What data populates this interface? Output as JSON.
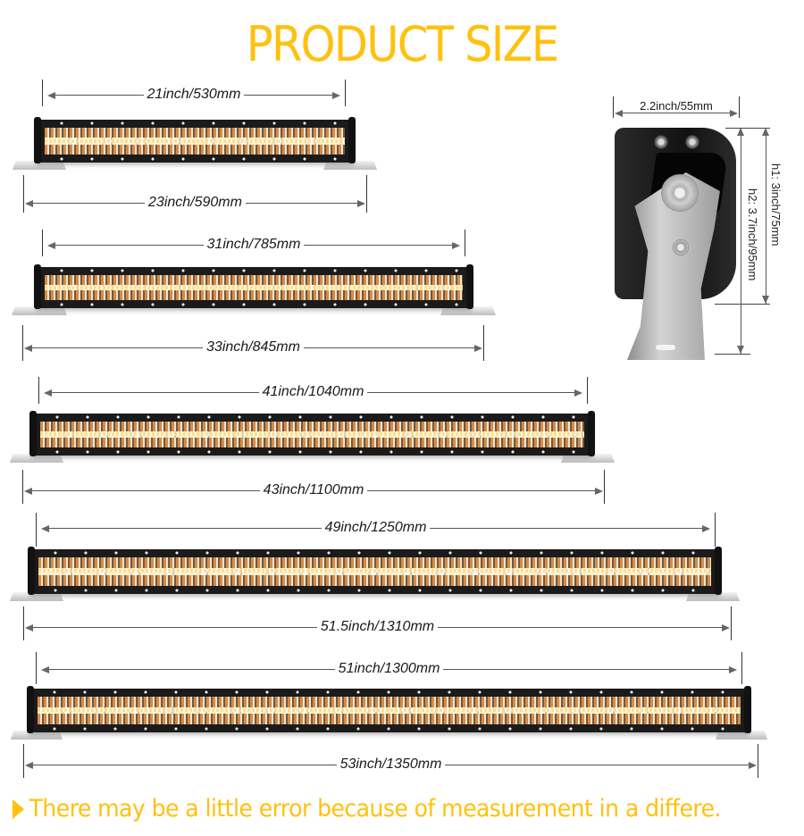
{
  "title": "PRODUCT SIZE",
  "colors": {
    "accent": "#FFC10E",
    "dimension_text": "#1a1a1a",
    "bar_body": "#1b1b1b"
  },
  "light_bars": [
    {
      "id": "bar-21",
      "inner_length": "21inch/530mm",
      "overall_length": "23inch/590mm"
    },
    {
      "id": "bar-31",
      "inner_length": "31inch/785mm",
      "overall_length": "33inch/845mm"
    },
    {
      "id": "bar-41",
      "inner_length": "41inch/1040mm",
      "overall_length": "43inch/1100mm"
    },
    {
      "id": "bar-49",
      "inner_length": "49inch/1250mm",
      "overall_length": "51.5inch/1310mm"
    },
    {
      "id": "bar-51",
      "inner_length": "51inch/1300mm",
      "overall_length": "53inch/1350mm"
    }
  ],
  "side_view": {
    "width": "2.2inch/55mm",
    "h1": "h1: 3inch/75mm",
    "h2": "h2: 3.7inch/95mm"
  },
  "footer": {
    "bullet_icon": "triangle-right",
    "text": "There may be a little error because of measurement in a differe."
  }
}
